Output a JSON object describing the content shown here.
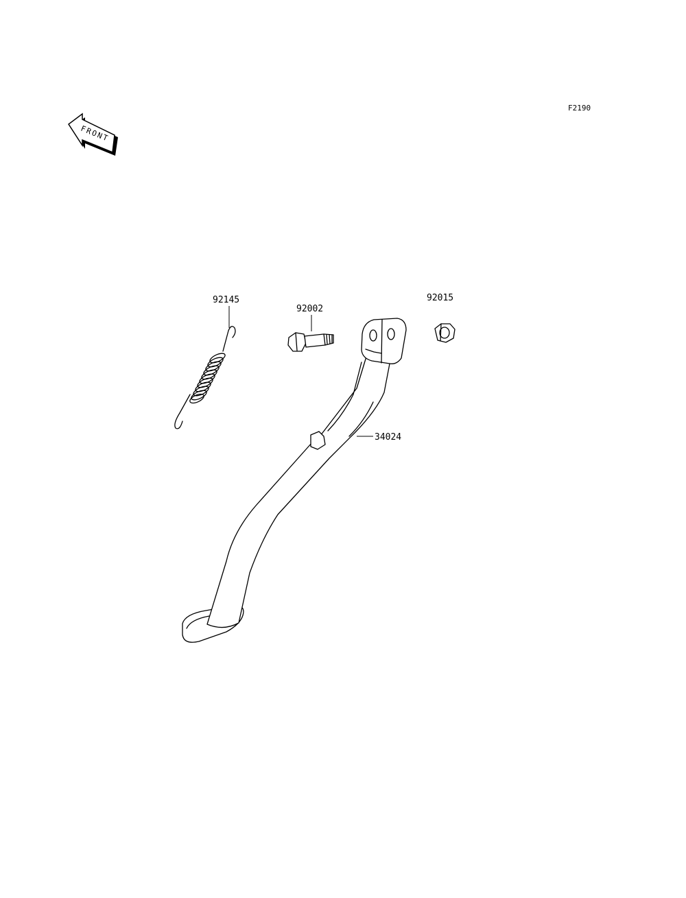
{
  "figure_code": "F2190",
  "front_label": "FRONT",
  "parts": [
    {
      "id": "spring",
      "number": "92145",
      "icon": "spring-icon"
    },
    {
      "id": "bolt",
      "number": "92002",
      "icon": "bolt-icon"
    },
    {
      "id": "nut",
      "number": "92015",
      "icon": "nut-icon"
    },
    {
      "id": "stand",
      "number": "34024",
      "icon": "side-stand-icon"
    }
  ]
}
